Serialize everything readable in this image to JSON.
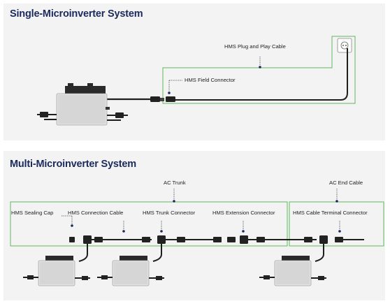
{
  "single": {
    "title": "Single-Microinverter System",
    "labels": {
      "plug_cable": "HMS Plug and Play Cable",
      "field_connector": "HMS Field Connector"
    }
  },
  "multi": {
    "title": "Multi-Microinverter System",
    "labels": {
      "ac_trunk": "AC Trunk",
      "ac_end_cable": "AC End Cable",
      "sealing_cap": "HMS Sealing Cap",
      "connection_cable": "HMS Connection Cable",
      "trunk_connector": "HMS Trunk Connector",
      "extension_connector": "HMS Extension Connector",
      "cable_terminal_connector": "HMS Cable Terminal Connector"
    }
  },
  "colors": {
    "title": "#1b2a5c",
    "green_outline": "#5cb85c",
    "cable": "#1e1e1e",
    "inverter_body": "#dcdcdc"
  }
}
